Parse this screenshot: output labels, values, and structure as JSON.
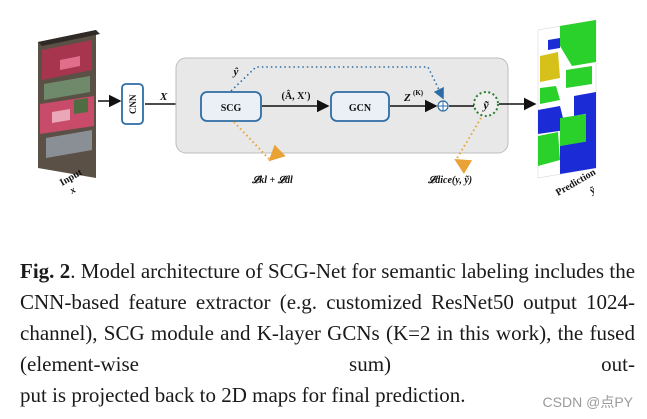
{
  "diagram": {
    "input_label": "Input",
    "input_var": "x",
    "cnn_label": "CNN",
    "feature_label": "X",
    "yhat_label": "ŷ",
    "scg_label": "SCG",
    "adj_label": "(Â, X′)",
    "gcn_label": "GCN",
    "z_label": "Z",
    "z_sup": "(K)",
    "ytilde_label": "ỹ",
    "loss_kl": "𝓛kl + 𝓛dl",
    "loss_dice": "𝓛dice(y, ỹ)",
    "prediction_label": "Prediction",
    "prediction_var": "ỹ",
    "colors": {
      "box_border": "#2e6da4",
      "orange_dots": "#e8a236",
      "blue_dots": "#2e6da4",
      "green_circle": "#2e7d32",
      "panel_bg": "#e8e8e8"
    }
  },
  "caption": {
    "label": "Fig. 2",
    "line1": ". Model architecture of SCG-Net for semantic labeling",
    "line2": "includes the CNN-based feature extractor (e.g.  customized",
    "line3": "ResNet50 output 1024-channel), SCG module and K-layer",
    "line4": "GCNs (K=2 in this work), the fused (element-wise sum) out-",
    "line5": "put is projected back to 2D maps for final prediction."
  },
  "watermark": "CSDN @点PY"
}
